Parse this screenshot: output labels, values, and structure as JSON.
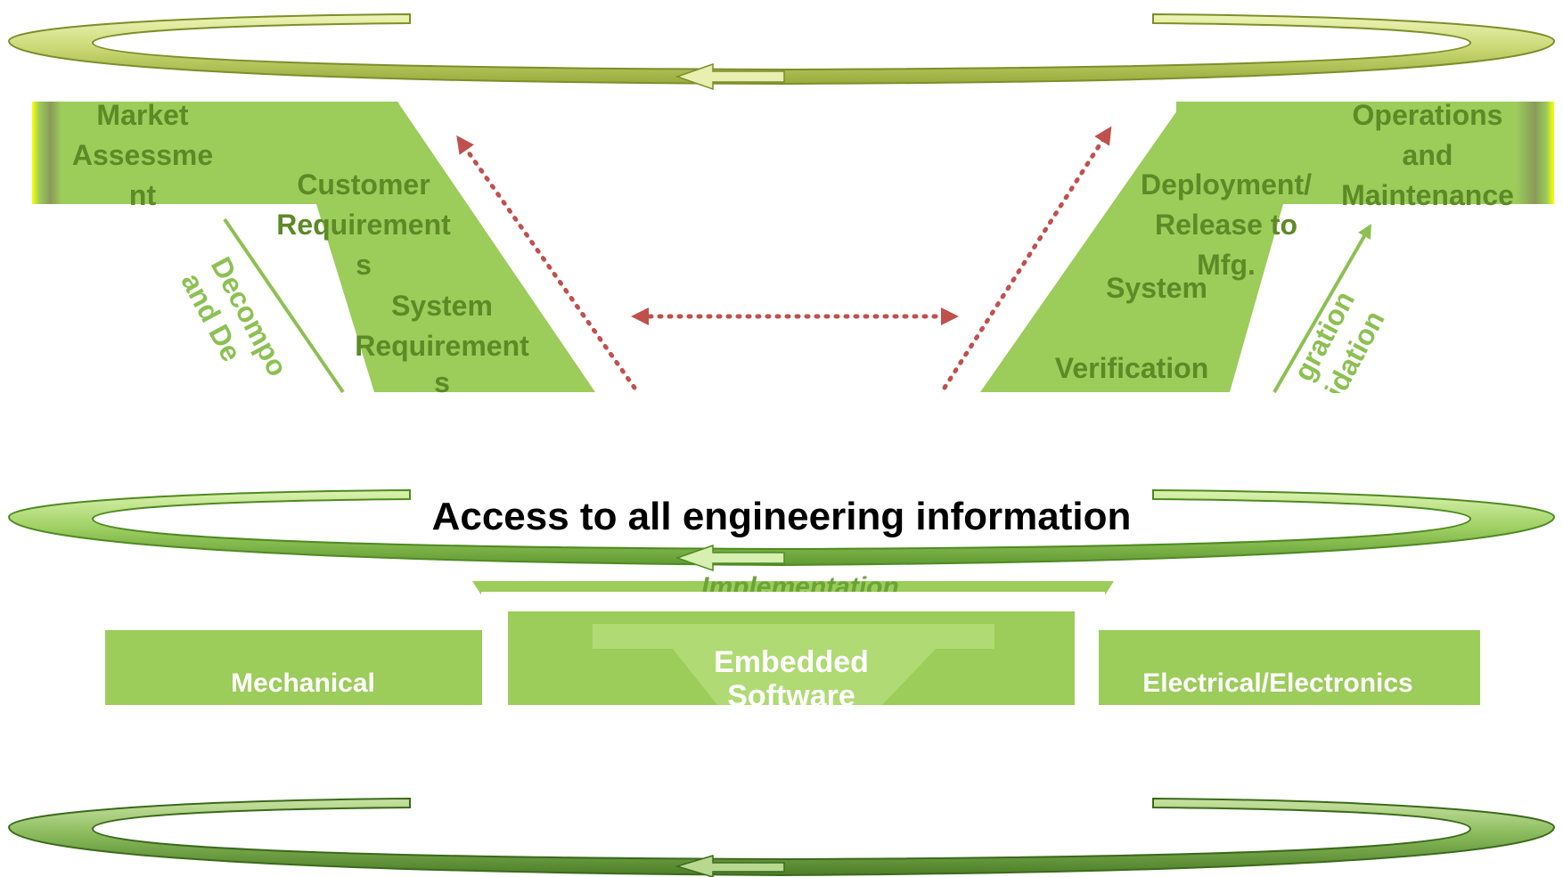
{
  "v_model": {
    "left_phases": {
      "market_assessment": [
        "Market",
        "Assessme",
        "nt"
      ],
      "customer_requirements": [
        "Customer",
        "Requirement",
        "s"
      ],
      "system_requirements": [
        "System",
        "Requirement",
        "s"
      ],
      "left_arrow_label": [
        "Decompo",
        "and De"
      ]
    },
    "right_phases": {
      "operations_maintenance": [
        "Operations",
        "and",
        "Maintenance"
      ],
      "deployment": [
        "Deployment/",
        "Release to",
        "Mfg."
      ],
      "system_verification": [
        "System",
        "Verification"
      ],
      "right_arrow_label": [
        "gration",
        "idation"
      ]
    }
  },
  "access_banner": "Access to all engineering information",
  "implementation_label": "Implementation",
  "disciplines": {
    "mechanical": "Mechanical",
    "embedded_software": [
      "Embedded",
      "Software"
    ],
    "electrical": "Electrical/Electronics"
  },
  "colors": {
    "green": "#9ccc5a",
    "green_light": "#b5dc74",
    "green_dark": "#6aa336",
    "text_green": "#5c8a26",
    "arrow_red": "#c0504d",
    "ring_top": "#cddc7a",
    "ring_mid": "#a8d46a",
    "ring_bottom": "#7fb04e"
  }
}
